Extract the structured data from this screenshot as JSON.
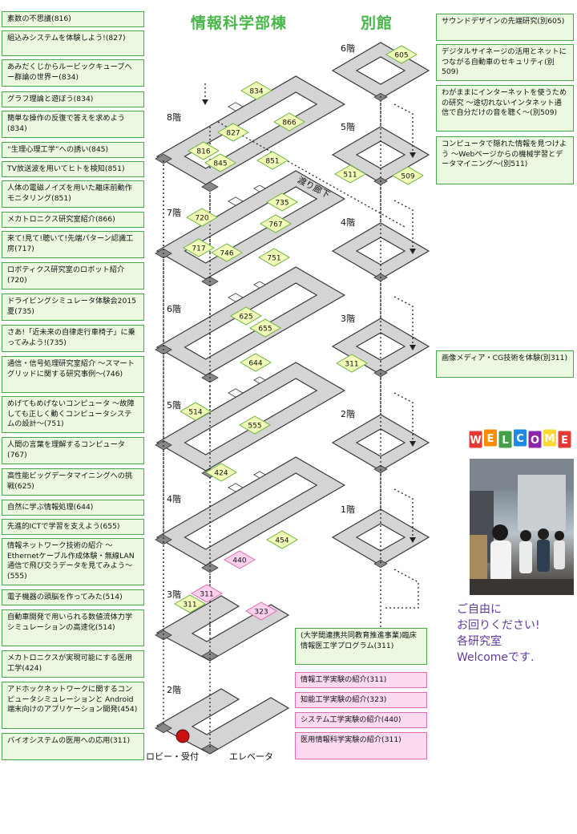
{
  "titles": {
    "main_building": "情報科学部棟",
    "annex": "別館"
  },
  "main_floors": [
    "8階",
    "7階",
    "6階",
    "5階",
    "4階",
    "3階",
    "2階"
  ],
  "annex_floors": [
    "6階",
    "5階",
    "4階",
    "3階",
    "2階",
    "1階"
  ],
  "corridor_label": "渡り廊下",
  "lobby_label": "ロビー・受付",
  "elevator_label": "エレベータ",
  "left_list": [
    {
      "text": "素数の不思議(816)"
    },
    {
      "text": "組込みシステムを体験しよう!(827)"
    },
    {
      "text": "あみだくじからルービックキューブへ ー群論の世界ー(834)"
    },
    {
      "text": "グラフ理論と遊ぼう(834)"
    },
    {
      "text": "簡単な操作の反復で答えを求めよう(834)"
    },
    {
      "text": "“生理心理工学”への誘い(845)"
    },
    {
      "text": "TV放送波を用いてヒトを検知(851)"
    },
    {
      "text": "人体の電磁ノイズを用いた離床前動作モニタリング(851)"
    },
    {
      "text": "メカトロニクス研究室紹介(866)"
    },
    {
      "text": "来て!見て!聴いて!先端パターン認識工房(717)"
    },
    {
      "text": "ロボティクス研究室のロボット紹介(720)"
    },
    {
      "text": "ドライビングシミュレータ体験会2015夏(735)"
    },
    {
      "text": "さあ!「近未来の自律走行車椅子」に乗ってみよう!(735)"
    },
    {
      "text": "通信・信号処理研究室紹介 ～スマートグリッドに関する研究事例～(746)"
    },
    {
      "text": "めげてもめげないコンピュータ ～故障しても正しく動くコンピュータシステムの設計～(751)"
    },
    {
      "text": "人間の言葉を理解するコンピュータ(767)"
    },
    {
      "text": "高性能ビッグデータマイニングへの挑戦(625)"
    },
    {
      "text": "自然に学ぶ情報処理(644)"
    },
    {
      "text": "先進的ICTで学習を支えよう(655)"
    },
    {
      "text": "情報ネットワーク技術の紹介 ～Ethernetケーブル作成体験・無線LAN通信で飛び交うデータを見てみよう～(555)"
    },
    {
      "text": "電子機器の頭脳を作ってみた(514)"
    },
    {
      "text": "自動車開発で用いられる数値流体力学シミュレーションの高速化(514)"
    },
    {
      "text": "メカトロニクスが実現可能にする医用工学(424)"
    },
    {
      "text": "アドホックネットワークに関するコンピュータシミュレーションと Android 端末向けのアプリケーション開発(454)"
    },
    {
      "text": "バイオシステムの医用への応用(311)"
    }
  ],
  "right_list": [
    {
      "text": "サウンドデザインの先端研究(別605)"
    },
    {
      "text": "デジタルサイネージの活用とネットにつながる自動車のセキュリティ(別509)"
    },
    {
      "text": "わがままにインターネットを使うための研究 ～途切れないインタネット通信で自分だけの音を聴く～(別509)"
    },
    {
      "text": "コンピュータで隠れた情報を見つけよう ～Webページからの機械学習とデータマイニング～(別511)"
    },
    {
      "text": "画像メディア・CG技術を体験(別311)"
    }
  ],
  "bottom_list": [
    {
      "text": "(大学間連携共同教育推進事業)臨床情報医工学プログラム(311)",
      "style": "green"
    },
    {
      "text": "情報工学実験の紹介(311)",
      "style": "pink"
    },
    {
      "text": "知能工学実験の紹介(323)",
      "style": "pink"
    },
    {
      "text": "システム工学実験の紹介(440)",
      "style": "pink"
    },
    {
      "text": "医用情報科学実験の紹介(311)",
      "style": "pink"
    }
  ],
  "room_tags": [
    {
      "label": "834",
      "style": "green"
    },
    {
      "label": "866",
      "style": "green"
    },
    {
      "label": "827",
      "style": "green"
    },
    {
      "label": "816",
      "style": "green"
    },
    {
      "label": "845",
      "style": "green"
    },
    {
      "label": "851",
      "style": "green"
    },
    {
      "label": "735",
      "style": "green"
    },
    {
      "label": "720",
      "style": "green"
    },
    {
      "label": "767",
      "style": "green"
    },
    {
      "label": "717",
      "style": "green"
    },
    {
      "label": "746",
      "style": "green"
    },
    {
      "label": "751",
      "style": "green"
    },
    {
      "label": "625",
      "style": "green"
    },
    {
      "label": "655",
      "style": "green"
    },
    {
      "label": "644",
      "style": "green"
    },
    {
      "label": "514",
      "style": "green"
    },
    {
      "label": "555",
      "style": "green"
    },
    {
      "label": "424",
      "style": "green"
    },
    {
      "label": "454",
      "style": "green"
    },
    {
      "label": "440",
      "style": "pink"
    },
    {
      "label": "311",
      "style": "pink"
    },
    {
      "label": "311",
      "style": "green"
    },
    {
      "label": "323",
      "style": "pink"
    },
    {
      "label": "605",
      "style": "green"
    },
    {
      "label": "511",
      "style": "green"
    },
    {
      "label": "509",
      "style": "green"
    },
    {
      "label": "311",
      "style": "green"
    }
  ],
  "welcome": {
    "logo_letters": [
      "W",
      "E",
      "L",
      "C",
      "O",
      "M",
      "E"
    ],
    "logo_colors": [
      "#e53935",
      "#fb8c00",
      "#43a047",
      "#1e88e5",
      "#8e24aa",
      "#fdd835",
      "#e53935"
    ],
    "message": [
      "ご自由に",
      "お回りください!",
      "各研究室",
      "Welcomeです."
    ]
  },
  "colors": {
    "green_tag": "#f1fcb8",
    "pink_tag": "#fbd0ec",
    "floor_fill": "#d4d4d4",
    "floor_stroke": "#3a3a3a",
    "title": "#49b649"
  }
}
